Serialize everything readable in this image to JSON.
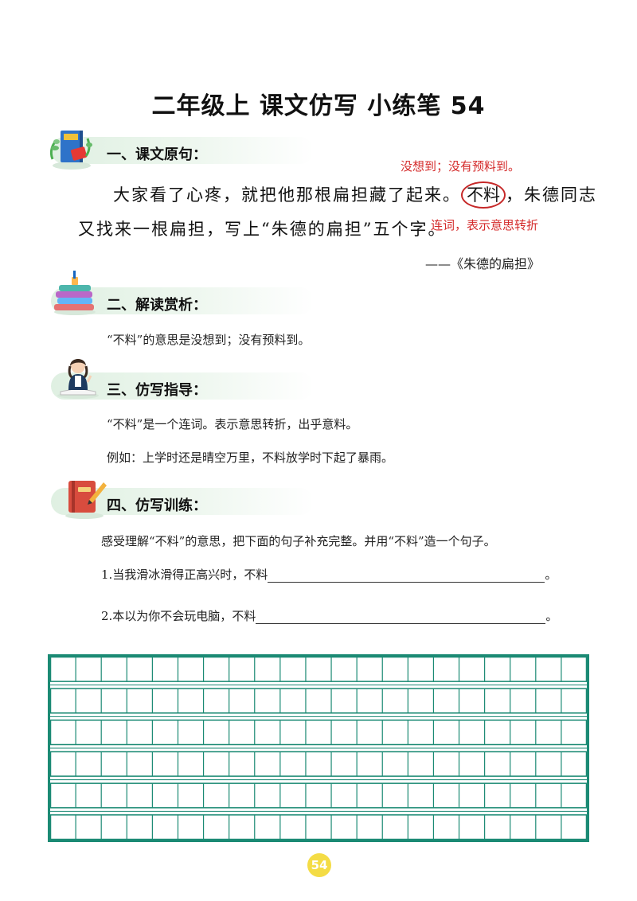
{
  "title": "二年级上  课文仿写  小练笔 54",
  "sections": {
    "s1": {
      "heading": "一、课文原句：",
      "annotation_top": "没想到；没有预料到。",
      "line1_before": "大家看了心疼，就把他那根扁担藏了起来。",
      "line1_circled": "不料",
      "line1_after": "，朱德同志",
      "line2": "又找来一根扁担，写上“朱德的扁担”五个字。",
      "annotation_side": "连词，表示意思转折",
      "source": "——《朱德的扁担》"
    },
    "s2": {
      "heading": "二、解读赏析：",
      "text": "“不料”的意思是没想到；没有预料到。"
    },
    "s3": {
      "heading": "三、仿写指导：",
      "text1": "“不料”是一个连词。表示意思转折，出乎意料。",
      "text2": "例如：上学时还是晴空万里，不料放学时下起了暴雨。"
    },
    "s4": {
      "heading": "四、仿写训练：",
      "instruction": "感受理解“不料”的意思，把下面的句子补充完整。并用“不料”造一个句子。",
      "q1": "1.当我滑冰滑得正高兴时，不料",
      "q2": "2.本以为你不会玩电脑，不料",
      "end_mark": "。"
    }
  },
  "writing_grid": {
    "rows": 6,
    "cols": 21,
    "color": "#1b8a74"
  },
  "page_number": "54",
  "colors": {
    "accent_green": "#1b8a74",
    "annotation_red": "#d42a2a",
    "page_badge": "#f4dc45"
  }
}
